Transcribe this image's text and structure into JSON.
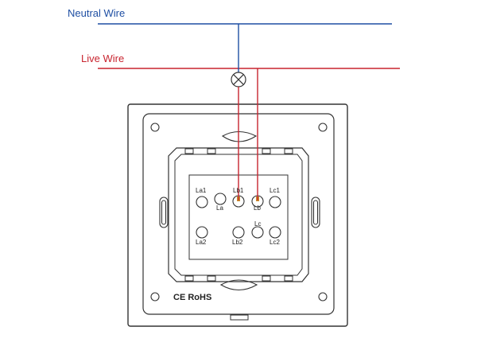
{
  "wires": {
    "neutral": {
      "label": "Neutral Wire",
      "color": "#1f4fa3"
    },
    "live": {
      "label": "Live Wire",
      "color": "#c8242f"
    }
  },
  "lamp": {
    "icon": "lamp-icon"
  },
  "terminals": {
    "la1": "La1",
    "la": "La",
    "lb1": "Lb1",
    "lb": "Lb",
    "lc1": "Lc1",
    "la2": "La2",
    "lb2": "Lb2",
    "lc": "Lc",
    "lc2": "Lc2"
  },
  "marks": {
    "certification": "CE RoHS"
  },
  "colors": {
    "outline": "#333333",
    "terminal_highlight": "#c8922a"
  }
}
